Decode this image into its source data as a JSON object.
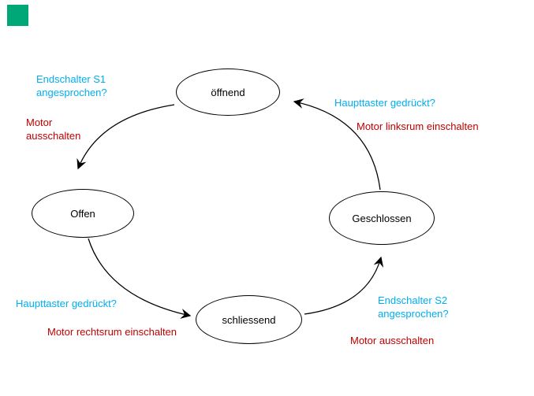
{
  "diagram": {
    "states": [
      {
        "label": "öffnend"
      },
      {
        "label": "Offen"
      },
      {
        "label": "schliessend"
      },
      {
        "label": "Geschlossen"
      }
    ],
    "transitions": [
      {
        "from": "öffnend",
        "to": "Offen",
        "condition": "Endschalter S1\nangesprochen?",
        "action": "Motor\nausschalten"
      },
      {
        "from": "Geschlossen",
        "to": "öffnend",
        "condition": "Haupttaster gedrückt?",
        "action": "Motor linksrum einschalten"
      },
      {
        "from": "Offen",
        "to": "schliessend",
        "condition": "Haupttaster gedrückt?",
        "action": "Motor rechtsrum einschalten"
      },
      {
        "from": "schliessend",
        "to": "Geschlossen",
        "condition": "Endschalter S2\nangesprochen?",
        "action": "Motor ausschalten"
      }
    ],
    "colors": {
      "condition_text": "#00AEEF",
      "action_text": "#C00000",
      "corner_square": "#00A878",
      "shape_outline": "#000000",
      "background": "#FFFFFF"
    }
  }
}
